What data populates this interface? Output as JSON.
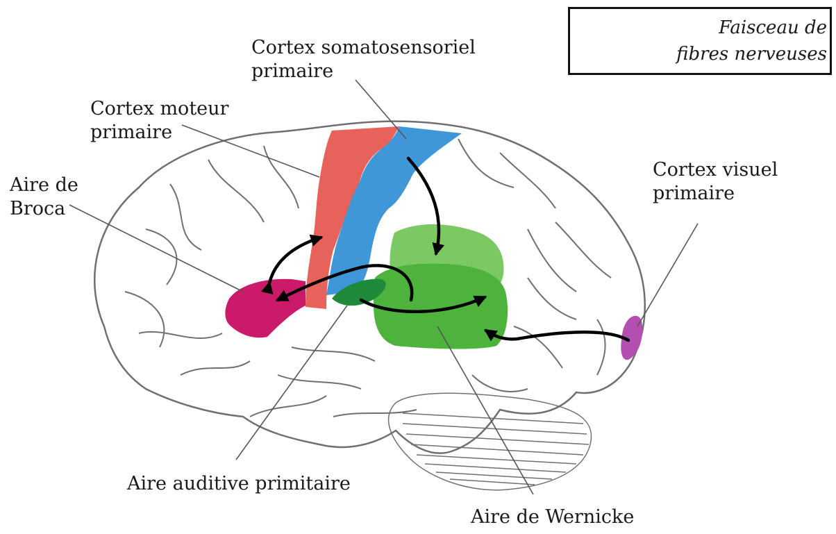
{
  "labels": {
    "somatosensory_line1": "Cortex somatosensoriel",
    "somatosensory_line2": "primaire",
    "motor_line1": "Cortex moteur",
    "motor_line2": "primaire",
    "broca_line1": "Aire de",
    "broca_line2": "Broca",
    "visual_line1": "Cortex visuel",
    "visual_line2": "primaire",
    "auditory": "Aire auditive primitaire",
    "wernicke": "Aire de Wernicke"
  },
  "legend": {
    "line1": "Faisceau de",
    "line2": "fibres nerveuses"
  },
  "colors": {
    "motor": "#e8625c",
    "somatosensory": "#3f97d8",
    "broca": "#cc1a6b",
    "wernicke": "#4db33c",
    "wernicke_light": "#7cc862",
    "auditory": "#1f8a3a",
    "visual": "#b24fb0",
    "outline": "#6f6f6f",
    "arrow": "#000000"
  }
}
